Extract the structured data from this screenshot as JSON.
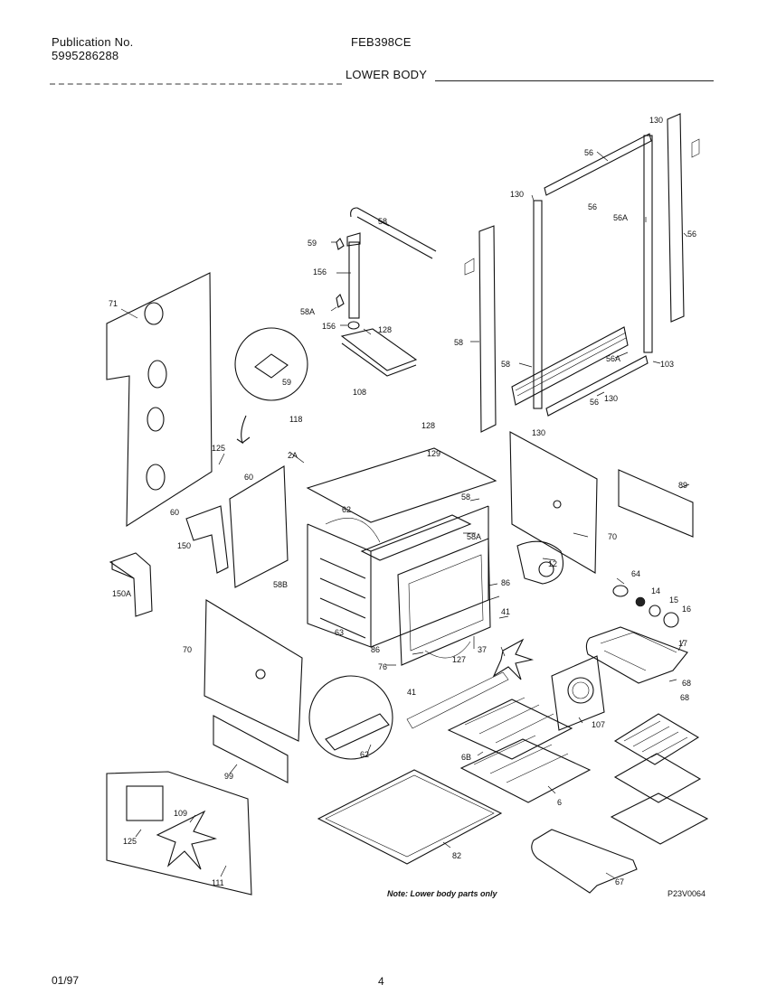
{
  "header": {
    "publication_label": "Publication No.",
    "publication_number": "5995286288",
    "model": "FEB398CE",
    "section_title": "LOWER BODY"
  },
  "callouts": [
    "130",
    "56",
    "56",
    "130",
    "56A",
    "56",
    "58",
    "59",
    "156",
    "58A",
    "156",
    "128",
    "58",
    "58",
    "56A",
    "103",
    "130",
    "56",
    "130",
    "71",
    "59",
    "108",
    "118",
    "128",
    "129",
    "125",
    "60",
    "2A",
    "62",
    "58",
    "60",
    "89",
    "150",
    "58A",
    "70",
    "12",
    "150A",
    "58B",
    "86",
    "64",
    "14",
    "15",
    "16",
    "41",
    "63",
    "86",
    "127",
    "37",
    "41",
    "70",
    "76",
    "17",
    "68",
    "68",
    "62",
    "107",
    "99",
    "6B",
    "6",
    "109",
    "125",
    "111",
    "82",
    "67"
  ],
  "footer": {
    "note": "Note: Lower body parts only",
    "figure_code": "P23V0064",
    "date": "01/97",
    "page_number": "4"
  }
}
